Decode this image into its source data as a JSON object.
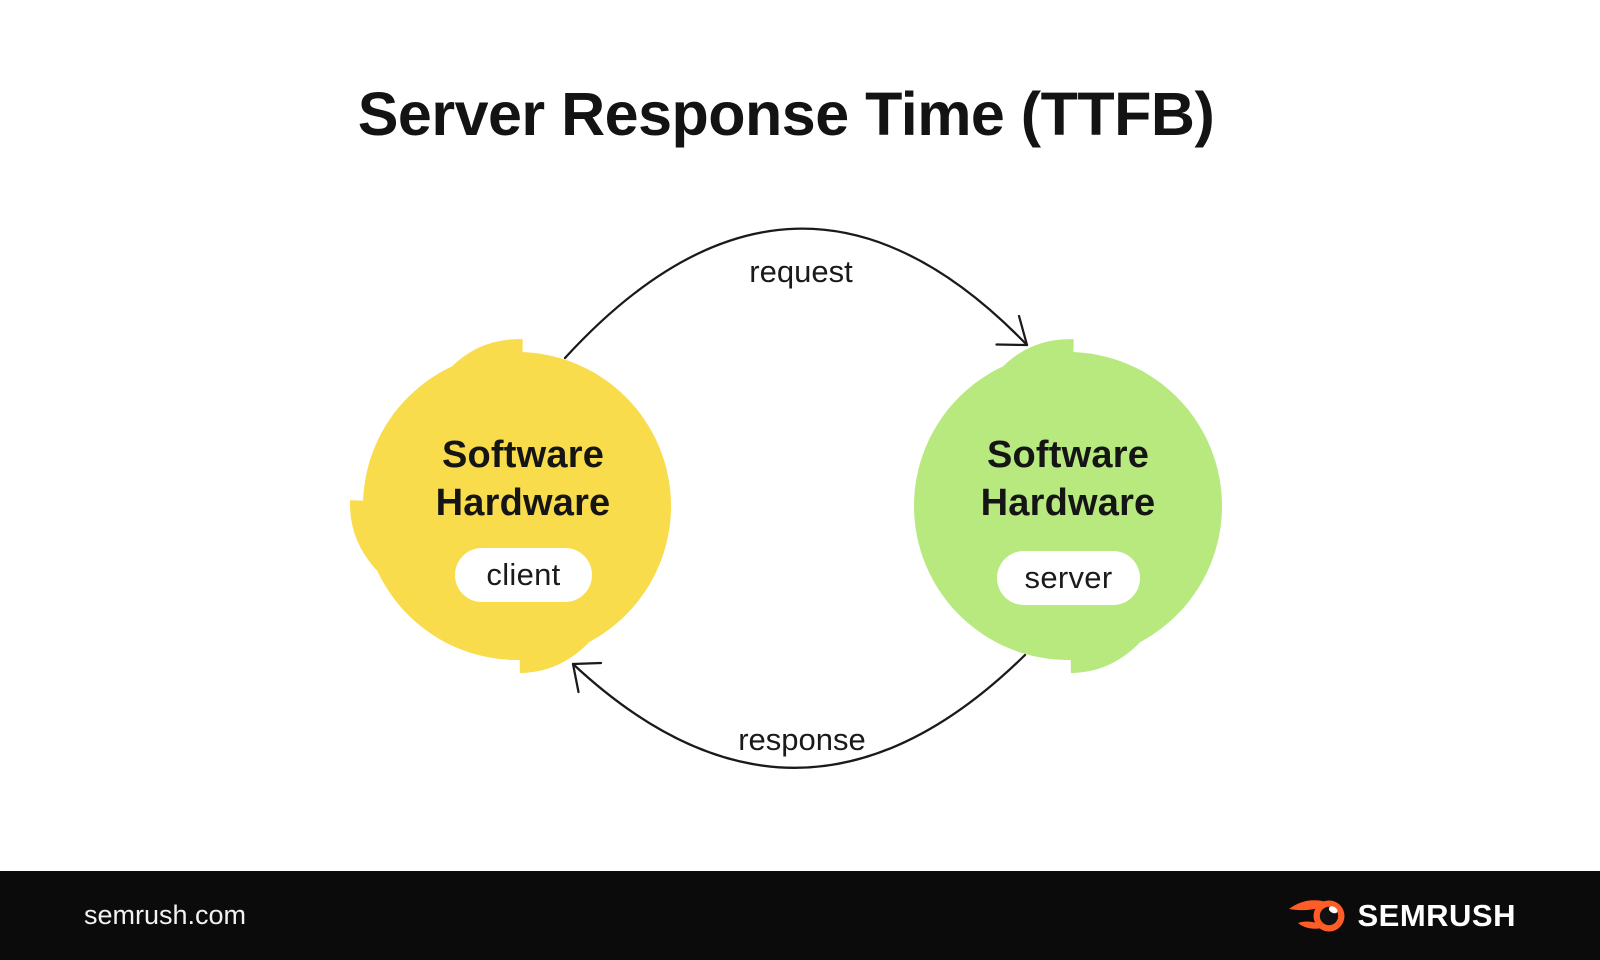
{
  "title": "Server Response Time (TTFB)",
  "diagram": {
    "request_label": "request",
    "response_label": "response",
    "client": {
      "line1": "Software",
      "line2": "Hardware",
      "badge": "client"
    },
    "server": {
      "line1": "Software",
      "line2": "Hardware",
      "badge": "server"
    }
  },
  "colors": {
    "client_circle": "#F8DC4B",
    "server_circle": "#B7E97F",
    "arrow": "#1A1A1A",
    "text_dark": "#151515",
    "footer_bg": "#0B0B0B",
    "brand_orange": "#FF5C28"
  },
  "footer": {
    "website": "semrush.com",
    "brand": "SEMRUSH"
  }
}
